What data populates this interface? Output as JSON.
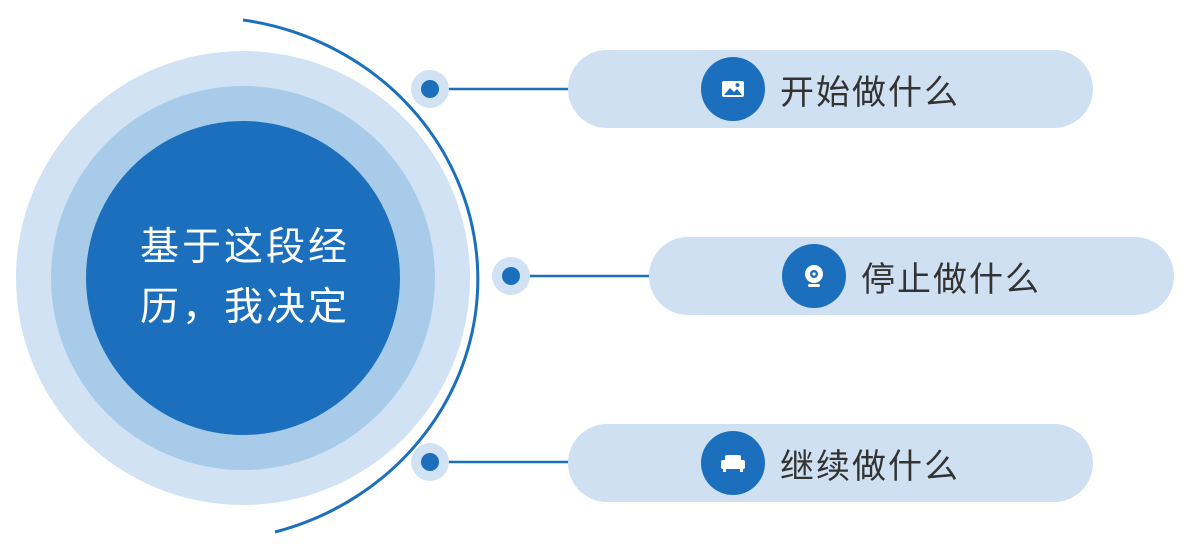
{
  "center": {
    "line1": "基于这段经",
    "line2": "历，我决定"
  },
  "items": [
    {
      "label": "开始做什么",
      "icon": "image-icon"
    },
    {
      "label": "停止做什么",
      "icon": "webcam-icon"
    },
    {
      "label": "继续做什么",
      "icon": "sofa-icon"
    }
  ],
  "colors": {
    "primary": "#1b6fbd",
    "ring_inner": "#a8cbea",
    "ring_outer": "#d0e2f3",
    "pill": "#cfe0f2",
    "text": "#333333"
  }
}
